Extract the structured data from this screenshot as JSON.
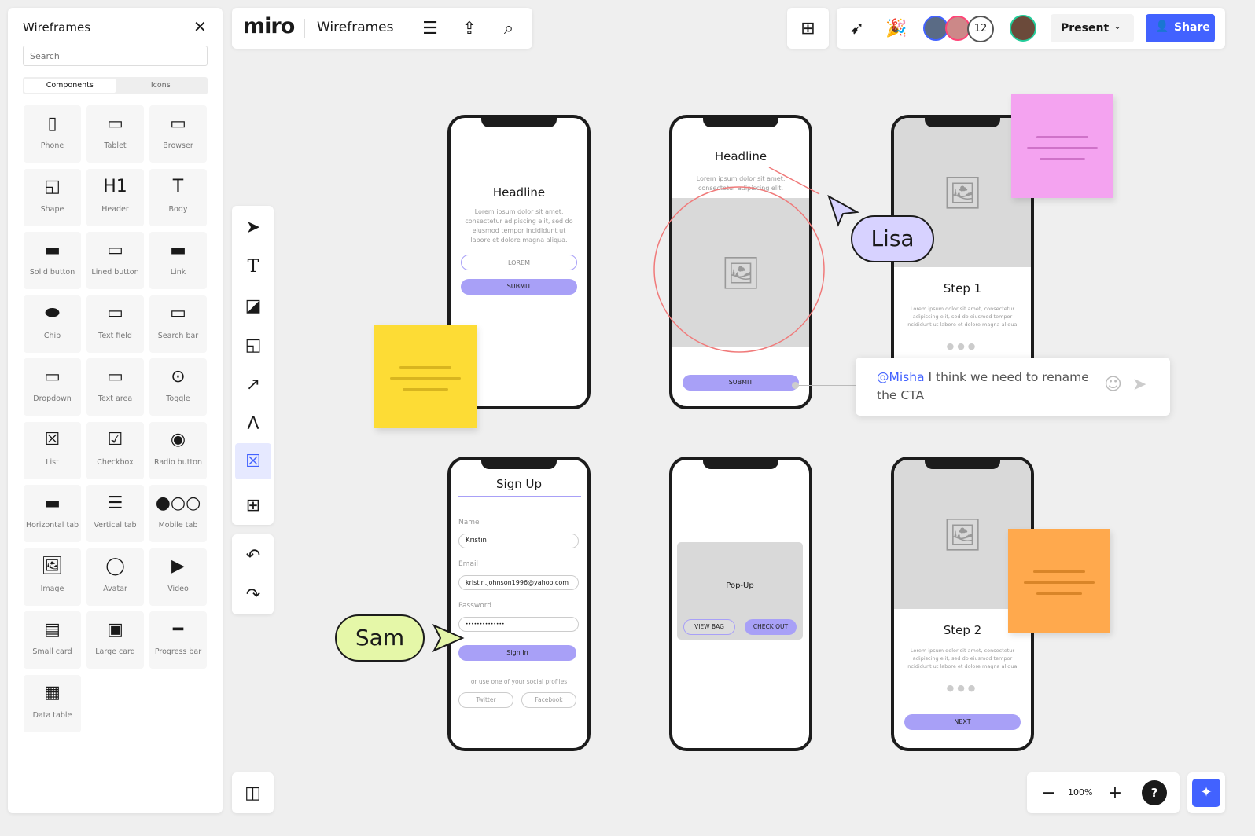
{
  "panel": {
    "title": "Wireframes",
    "search_placeholder": "Search",
    "tabs": [
      "Components",
      "Icons"
    ],
    "components": [
      {
        "label": "Phone",
        "icon": "phone-icon",
        "glyph": "▯"
      },
      {
        "label": "Tablet",
        "icon": "tablet-icon",
        "glyph": "▭"
      },
      {
        "label": "Browser",
        "icon": "browser-icon",
        "glyph": "▭"
      },
      {
        "label": "Shape",
        "icon": "shape-icon",
        "glyph": "◱"
      },
      {
        "label": "Header",
        "icon": "header-icon",
        "glyph": "H1"
      },
      {
        "label": "Body",
        "icon": "body-icon",
        "glyph": "T"
      },
      {
        "label": "Solid button",
        "icon": "solid-button-icon",
        "glyph": "▬"
      },
      {
        "label": "Lined button",
        "icon": "lined-button-icon",
        "glyph": "▭"
      },
      {
        "label": "Link",
        "icon": "link-icon",
        "glyph": "▬"
      },
      {
        "label": "Chip",
        "icon": "chip-icon",
        "glyph": "⬬"
      },
      {
        "label": "Text field",
        "icon": "text-field-icon",
        "glyph": "▭"
      },
      {
        "label": "Search bar",
        "icon": "search-bar-icon",
        "glyph": "▭"
      },
      {
        "label": "Dropdown",
        "icon": "dropdown-icon",
        "glyph": "▭"
      },
      {
        "label": "Text area",
        "icon": "text-area-icon",
        "glyph": "▭"
      },
      {
        "label": "Toggle",
        "icon": "toggle-icon",
        "glyph": "⊙"
      },
      {
        "label": "List",
        "icon": "list-icon",
        "glyph": "☒"
      },
      {
        "label": "Checkbox",
        "icon": "checkbox-icon",
        "glyph": "☑"
      },
      {
        "label": "Radio button",
        "icon": "radio-button-icon",
        "glyph": "◉"
      },
      {
        "label": "Horizontal tab",
        "icon": "horizontal-tab-icon",
        "glyph": "▬"
      },
      {
        "label": "Vertical tab",
        "icon": "vertical-tab-icon",
        "glyph": "☰"
      },
      {
        "label": "Mobile tab",
        "icon": "mobile-tab-icon",
        "glyph": "●○○"
      },
      {
        "label": "Image",
        "icon": "image-icon",
        "glyph": "🖼"
      },
      {
        "label": "Avatar",
        "icon": "avatar-icon",
        "glyph": "◯"
      },
      {
        "label": "Video",
        "icon": "video-icon",
        "glyph": "▶"
      },
      {
        "label": "Small card",
        "icon": "small-card-icon",
        "glyph": "▤"
      },
      {
        "label": "Large card",
        "icon": "large-card-icon",
        "glyph": "▣"
      },
      {
        "label": "Progress bar",
        "icon": "progress-bar-icon",
        "glyph": "━"
      },
      {
        "label": "Data table",
        "icon": "data-table-icon",
        "glyph": "▦"
      }
    ]
  },
  "topbar": {
    "logo": "miro",
    "board_name": "Wireframes"
  },
  "header_right": {
    "avatar_count": "12",
    "present": "Present",
    "share": "Share"
  },
  "zoom": {
    "level": "100%",
    "help": "?"
  },
  "wireframes": {
    "p1": {
      "headline": "Headline",
      "body": "Lorem ipsum dolor sit amet, consectetur adipiscing elit, sed do eiusmod tempor incididunt ut labore et dolore magna aliqua.",
      "input": "LOREM",
      "button": "SUBMIT"
    },
    "p2": {
      "headline": "Headline",
      "body": "Lorem ipsum dolor sit amet, consectetur adipiscing elit.",
      "button": "SUBMIT"
    },
    "p3": {
      "headline": "Step 1",
      "body": "Lorem ipsum dolor sit amet, consectetur adipiscing elit, sed do eiusmod tempor incididunt ut labore et dolore magna aliqua."
    },
    "p4": {
      "headline": "Sign Up",
      "name_label": "Name",
      "name": "Kristin",
      "email_label": "Email",
      "email": "kristin.johnson1996@yahoo.com",
      "password_label": "Password",
      "password": "••••••••••••••",
      "button": "Sign In",
      "social": "or use one of your social profiles",
      "twitter": "Twitter",
      "facebook": "Facebook"
    },
    "p5": {
      "popup": "Pop-Up",
      "view_bag": "VIEW BAG",
      "checkout": "CHECK OUT"
    },
    "p6": {
      "headline": "Step 2",
      "body": "Lorem ipsum dolor sit amet, consectetur adipiscing elit, sed do eiusmod tempor incididunt ut labore et dolore magna aliqua.",
      "button": "NEXT"
    }
  },
  "cursors": {
    "lisa": "Lisa",
    "sam": "Sam"
  },
  "comment": {
    "mention": "@Misha",
    "text": " I think we need to rename the CTA"
  },
  "colors": {
    "accent": "#4262ff",
    "wire_button": "#a8a0f7",
    "sticky_yellow": "#fddc35",
    "sticky_pink": "#f4a3f0",
    "sticky_orange": "#ffa94d",
    "lisa": "#d7d2ff",
    "sam": "#e5f7a8"
  }
}
